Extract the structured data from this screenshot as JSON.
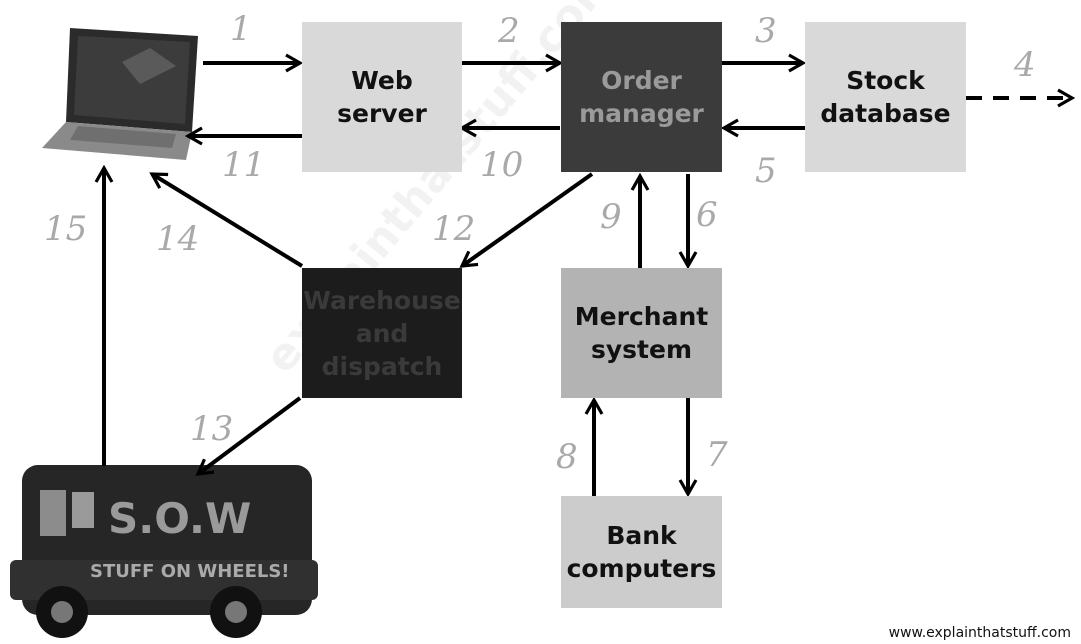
{
  "nodes": {
    "web_server": "Web\nserver",
    "order_manager": "Order\nmanager",
    "stock_database": "Stock\ndatabase",
    "merchant_system": "Merchant\nsystem",
    "warehouse": "Warehouse\nand\ndispatch",
    "bank_computers": "Bank\ncomputers"
  },
  "steps": [
    "1",
    "2",
    "3",
    "4",
    "5",
    "6",
    "7",
    "8",
    "9",
    "10",
    "11",
    "12",
    "13",
    "14",
    "15"
  ],
  "van": {
    "logo": "S.O.W",
    "tagline": "STUFF ON WHEELS!"
  },
  "watermark": "explainthatstuff.com",
  "credit": "www.explainthatstuff.com",
  "colors": {
    "light_box": "#d9d9d9",
    "medium_box": "#b3b3b3",
    "dark_box": "#3b3b3b",
    "darkest_box": "#1c1c1c",
    "step_number": "#a9a9a9",
    "arrow": "#000000"
  }
}
